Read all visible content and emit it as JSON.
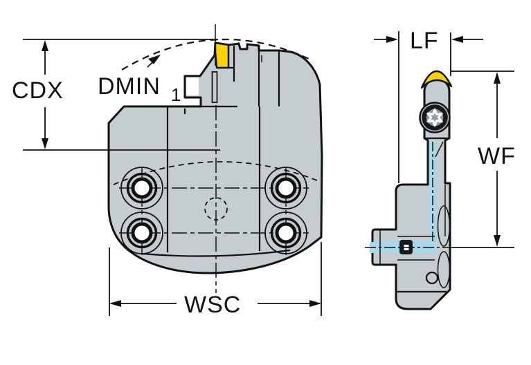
{
  "labels": {
    "cdx": "CDX",
    "dmin_main": "DMIN",
    "dmin_sub": "1",
    "wsc": "WSC",
    "lf": "LF",
    "wf": "WF"
  },
  "colors": {
    "background": "#ffffff",
    "body_gray": "#c6cdd1",
    "insert_yellow": "#fdd205",
    "coolant_blue": "#a5d8e8",
    "line_black": "#111111",
    "screw_dark": "#17191b",
    "screw_mid": "#8e989d",
    "screw_ring_face": "#b9c2c6",
    "hole_white": "#ffffff"
  }
}
